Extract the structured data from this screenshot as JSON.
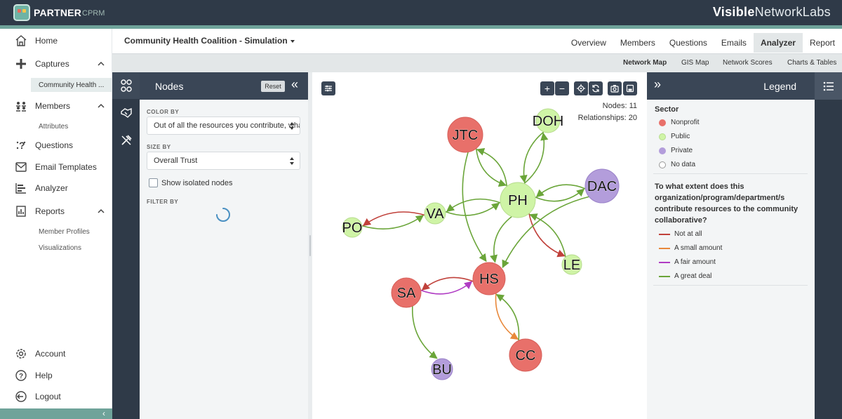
{
  "header": {
    "logo_text": "PARTNER",
    "logo_suffix": "CPRM",
    "brand_bold": "Visible",
    "brand_rest": "NetworkLabs"
  },
  "sidebar": {
    "items": [
      {
        "label": "Home",
        "icon": "home-icon"
      },
      {
        "label": "Captures",
        "icon": "captures-icon"
      },
      {
        "label": "Members",
        "icon": "members-icon"
      },
      {
        "label": "Questions",
        "icon": "questions-icon"
      },
      {
        "label": "Email Templates",
        "icon": "email-icon"
      },
      {
        "label": "Analyzer",
        "icon": "analyzer-icon"
      },
      {
        "label": "Reports",
        "icon": "reports-icon"
      },
      {
        "label": "Account",
        "icon": "account-icon"
      },
      {
        "label": "Help",
        "icon": "help-icon"
      },
      {
        "label": "Logout",
        "icon": "logout-icon"
      }
    ],
    "sub_captures": "Community Health ...",
    "sub_members": "Attributes",
    "sub_reports_1": "Member Profiles",
    "sub_reports_2": "Visualizations",
    "collapse_glyph": "‹"
  },
  "project": {
    "title": "Community Health Coalition - Simulation"
  },
  "main_tabs": [
    "Overview",
    "Members",
    "Questions",
    "Emails",
    "Analyzer",
    "Report"
  ],
  "active_main_tab": "Analyzer",
  "sub_tabs": [
    "Network Map",
    "GIS Map",
    "Network Scores",
    "Charts & Tables"
  ],
  "active_sub_tab": "Network Map",
  "nodes_panel": {
    "title": "Nodes",
    "reset_label": "Reset",
    "color_by_label": "COLOR BY",
    "color_by_value": "Out of all the resources you contribute, what",
    "size_by_label": "SIZE BY",
    "size_by_value": "Overall Trust",
    "isolated_label": "Show isolated nodes",
    "isolated_checked": false,
    "filter_by_label": "FILTER BY"
  },
  "graph": {
    "nodes_stat": "Nodes: 11",
    "relationships_stat": "Relationships: 20",
    "nodes": [
      {
        "id": "JTC",
        "sector": "Nonprofit"
      },
      {
        "id": "DOH",
        "sector": "Public"
      },
      {
        "id": "PH",
        "sector": "Public"
      },
      {
        "id": "DAC",
        "sector": "Private"
      },
      {
        "id": "VA",
        "sector": "Public"
      },
      {
        "id": "PO",
        "sector": "Public"
      },
      {
        "id": "LE",
        "sector": "Public"
      },
      {
        "id": "HS",
        "sector": "Nonprofit"
      },
      {
        "id": "SA",
        "sector": "Nonprofit"
      },
      {
        "id": "CC",
        "sector": "Nonprofit"
      },
      {
        "id": "BU",
        "sector": "Private"
      }
    ],
    "edges": [
      {
        "from": "JTC",
        "to": "PH",
        "level": "A great deal"
      },
      {
        "from": "PH",
        "to": "JTC",
        "level": "A great deal"
      },
      {
        "from": "DOH",
        "to": "PH",
        "level": "A great deal"
      },
      {
        "from": "PH",
        "to": "DOH",
        "level": "A great deal"
      },
      {
        "from": "PH",
        "to": "DAC",
        "level": "A great deal"
      },
      {
        "from": "DAC",
        "to": "PH",
        "level": "A great deal"
      },
      {
        "from": "VA",
        "to": "PH",
        "level": "A great deal"
      },
      {
        "from": "PH",
        "to": "VA",
        "level": "A great deal"
      },
      {
        "from": "PO",
        "to": "VA",
        "level": "A great deal"
      },
      {
        "from": "VA",
        "to": "PO",
        "level": "Not at all"
      },
      {
        "from": "PH",
        "to": "LE",
        "level": "Not at all"
      },
      {
        "from": "LE",
        "to": "PH",
        "level": "A great deal"
      },
      {
        "from": "JTC",
        "to": "HS",
        "level": "A great deal"
      },
      {
        "from": "PH",
        "to": "HS",
        "level": "A great deal"
      },
      {
        "from": "DAC",
        "to": "HS",
        "level": "A great deal"
      },
      {
        "from": "SA",
        "to": "HS",
        "level": "A fair amount"
      },
      {
        "from": "HS",
        "to": "SA",
        "level": "Not at all"
      },
      {
        "from": "HS",
        "to": "CC",
        "level": "A small amount"
      },
      {
        "from": "CC",
        "to": "HS",
        "level": "A great deal"
      },
      {
        "from": "SA",
        "to": "BU",
        "level": "A great deal"
      }
    ]
  },
  "legend": {
    "title": "Legend",
    "sector_heading": "Sector",
    "sectors": [
      {
        "label": "Nonprofit",
        "color": "#e8706a"
      },
      {
        "label": "Public",
        "color": "#cff4a6"
      },
      {
        "label": "Private",
        "color": "#b39ddb"
      },
      {
        "label": "No data",
        "color": "#ffffff"
      }
    ],
    "question": "To what extent does this organization/program/department/s contribute resources to the community collaborative?",
    "levels": [
      {
        "label": "Not at all",
        "color": "#c0413b"
      },
      {
        "label": "A small amount",
        "color": "#e8883a"
      },
      {
        "label": "A fair amount",
        "color": "#b03cc4"
      },
      {
        "label": "A great deal",
        "color": "#6aa539"
      }
    ]
  }
}
